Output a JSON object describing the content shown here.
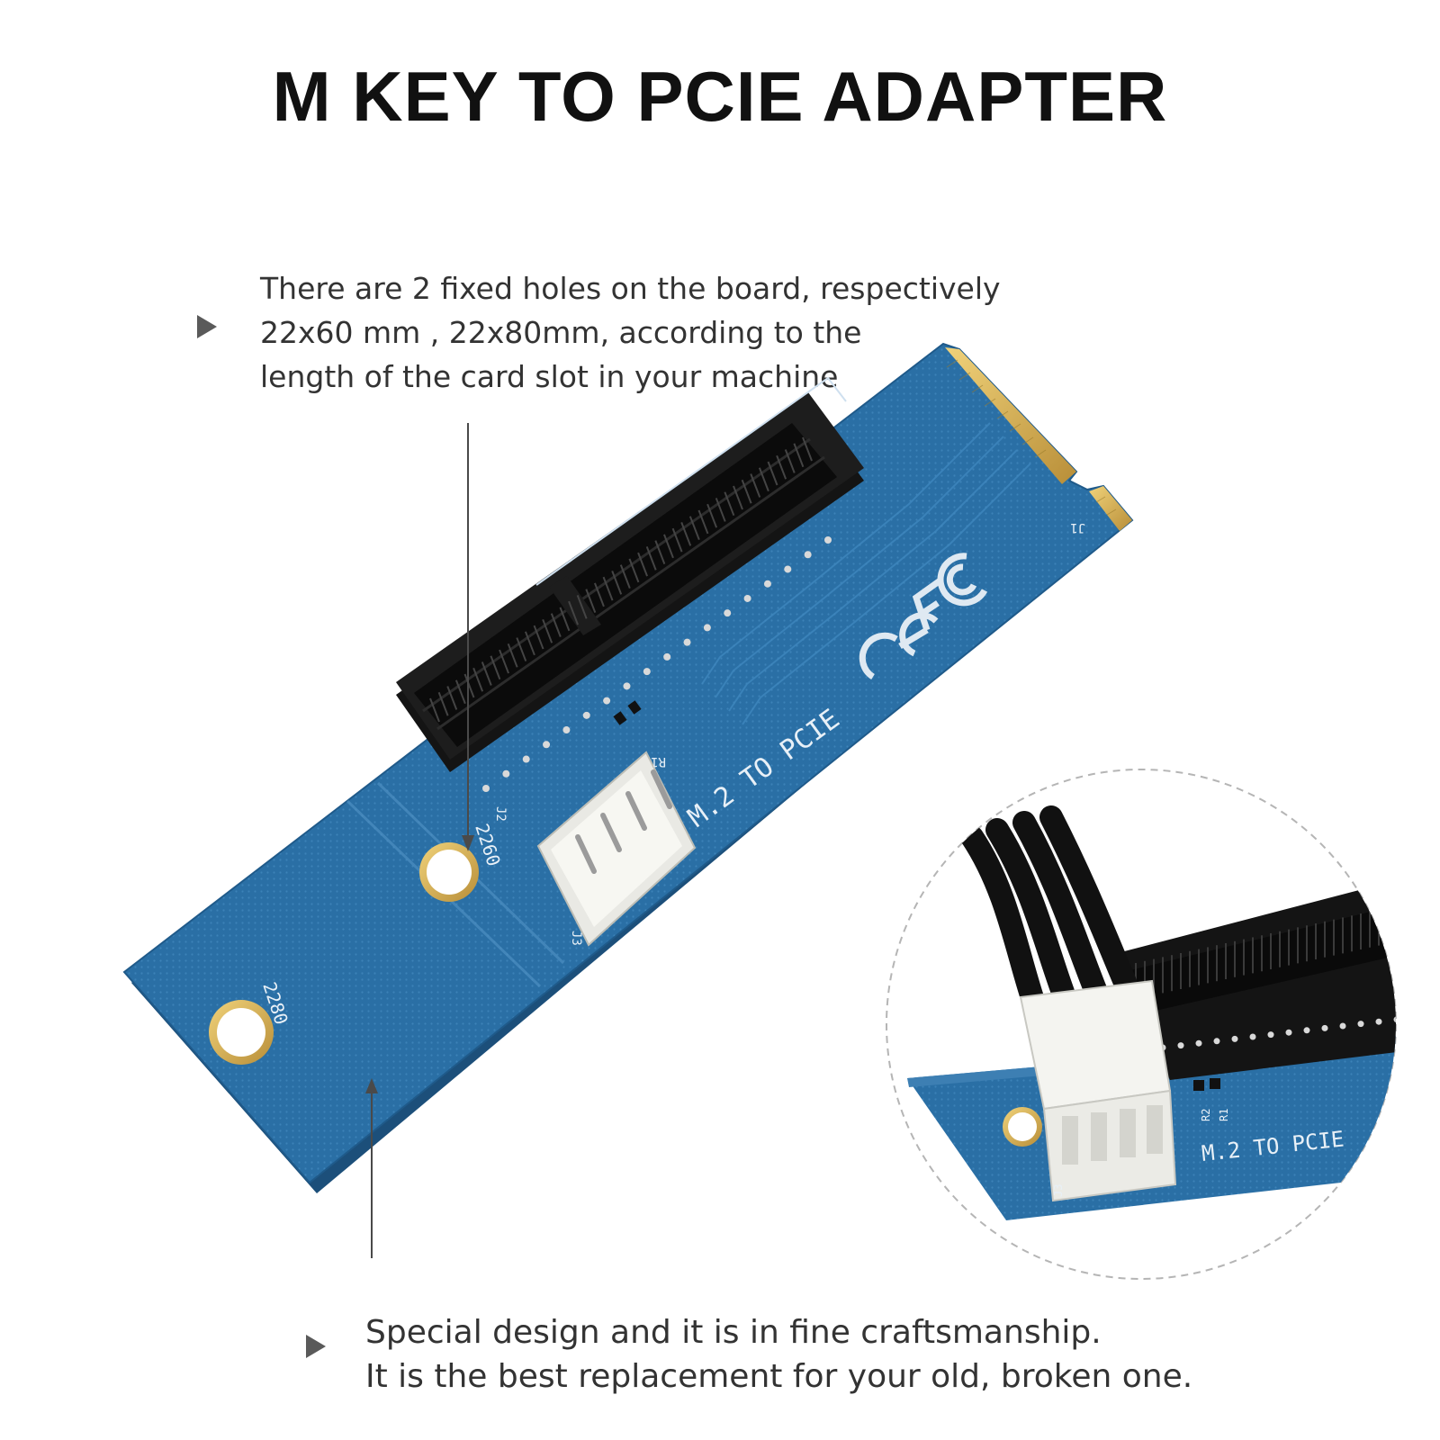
{
  "title": "M KEY TO PCIE ADAPTER",
  "callout_top": {
    "lines": [
      "There are 2 fixed holes on the board, respectively",
      "22x60 mm , 22x80mm, according to the",
      "length of the card slot in your machine"
    ]
  },
  "callout_bottom": {
    "lines": [
      "Special design and it is in fine craftsmanship.",
      "It is the best replacement for your old, broken one."
    ]
  },
  "board": {
    "silkscreen": "M.2 TO PCIE",
    "hole_2260": "2260",
    "hole_2280": "2280",
    "connector_j1": "J1",
    "connector_j2": "J2",
    "connector_j3": "J3",
    "resistor_r1": "R1",
    "resistor_r2": "R2",
    "ce_mark": "CE",
    "fcc_mark": "FC"
  },
  "colors": {
    "pcb": "#2a6fa5",
    "gold": "#d9b45a",
    "slot": "#141414",
    "title": "#111111",
    "text": "#333333"
  },
  "icons": [
    "bullet-arrow-icon",
    "pointer-line-icon",
    "ce-mark-icon",
    "fcc-mark-icon"
  ]
}
